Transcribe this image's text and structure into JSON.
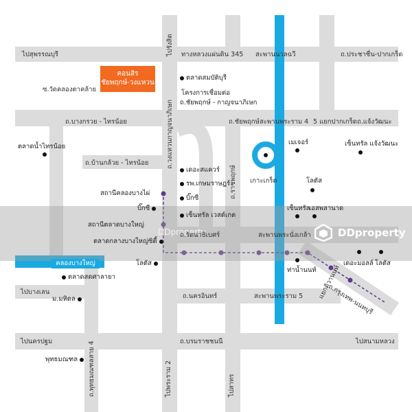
{
  "project": {
    "line1": "คอนสิร",
    "line2": "ชัยพฤกษ์-วงแหวน"
  },
  "roads": {
    "top_left": "ไปสุพรรณบุรี",
    "highway_345": "ทางหลวงแผ่นดิน 345",
    "bridge_nonthaburi_top": "สะพานนวลฉวี",
    "pracha_chuen": "ถ.ประชาชื่น-ปากเกร็ด",
    "pathum_thani_v": "ไปรังสิต",
    "wat_khlong": "ซ.วัดคลองตาคล้าย",
    "bang_kruai_sai_noi": "ถ.บางกรวย - ไทรน้อย",
    "ring_road_v": "ถ.วงแหวนกาญจนาภิเษก",
    "chaiyaphruek": "ถ.ชัยพฤกษ์",
    "bridge_rama4": "สะพานพระราม 4",
    "pak_kret_jct": "5 แยกปากเกร็ด",
    "chaeng_watthana": "ถ.แจ้งวัฒนะ",
    "ban_kluai": "ถ.บ้านกล้วย - ไทรน้อย",
    "ratchaphruek_v": "ถ.ราชพฤกษ์",
    "rattanathibet": "ถ.รัตนาธิเบศร์",
    "bridge_nangklao": "สะพานพระนั่งเกล้า",
    "bang_len": "ไปบางเลน",
    "nakhon_in": "ถ.นครอินทร์",
    "bridge_rama5": "สะพานพระราม 5",
    "krung_thep_nonthaburi": "ถ.กรุงเทพ-นนทบุรี",
    "nakhon_pathom": "ไปนครปฐม",
    "borommaratchachonnani": "ถ.บรมราชชนนี",
    "sanam_luang": "ไปสนามหลวง",
    "phutthamonthon_v": "ถ.พุทธมณฑลสาย 4",
    "rama2_v": "ไปพระราม 2",
    "sathorn_v": "ไปสาทร",
    "khwae_tiwanon": "แยกติวานนท์"
  },
  "canal": {
    "label": "คลองบางใหญ่"
  },
  "river": {
    "island": "เกาะเกร็ด"
  },
  "pois": {
    "talad_nam_sai_noi": "ตลาดน้ำไทรน้อย",
    "talad_sombat_buri": "ตลาดสมบัติบุรี",
    "project_link_1": "โครงการเชื่อมต่อ",
    "project_link_2": "ถ.ชัยพฤกษ์ - กาญจนาภิเษก",
    "the_square": "เดอะสแควร์",
    "kasemrad": "รพ.เกษมราษฎร์",
    "big_c_top": "บิ๊กซี",
    "central_westgate": "เซ็นทรัล เวสต์เกต",
    "station_khlong_bang_phai": "สถานีคลองบางไผ่",
    "big_c_left": "บิ๊กซี",
    "station_talad_bang_yai": "สถานีตลาดบางใหญ่",
    "talad_bang_yai_city": "ตลาดกลางบางใหญ่ซิตี้",
    "lotus_left": "โลตัส",
    "talad_sod_tala_ya": "ตลาดสดศาลายา",
    "mahidol": "ม.มหิดล",
    "phutthamonthon": "พุทธมณฑล",
    "major": "เมเจอร์",
    "lotus_right": "โลตัส",
    "central_right": "เซ็นทรัล",
    "central_right_top": "เซ็นทรัล แจ้งวัฒนะ",
    "esplanade": "เอสพลานาด",
    "tha_nam_non": "ท่าน้ำนนท์",
    "the_mall": "เดอะมอลล์",
    "lotus_far_right": "โลตัส"
  },
  "watermark": {
    "brand": "DDproperty",
    "left_text": "DDproperty"
  },
  "colors": {
    "road": "#dcdcdc",
    "river": "#1ba9e1",
    "project": "#f26a21",
    "metro": "#5e3a8c"
  }
}
